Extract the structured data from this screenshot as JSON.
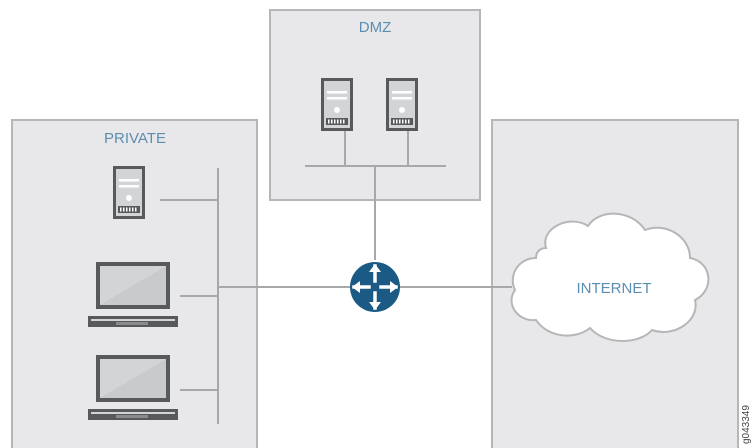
{
  "zones": {
    "dmz": {
      "label": "DMZ"
    },
    "private": {
      "label": "PRIVATE"
    },
    "internet": {
      "label": "INTERNET"
    }
  },
  "figure_code": "g043349",
  "colors": {
    "zone_fill": "#e8e8ea",
    "zone_border": "#b4b6b8",
    "line": "#a6a8aa",
    "device_dark": "#58595b",
    "device_light": "#d3d4d6",
    "router": "#1b5a85",
    "label_blue": "#5b8eb0"
  },
  "icons": [
    "server-icon",
    "laptop-icon",
    "router-icon",
    "cloud-icon"
  ]
}
